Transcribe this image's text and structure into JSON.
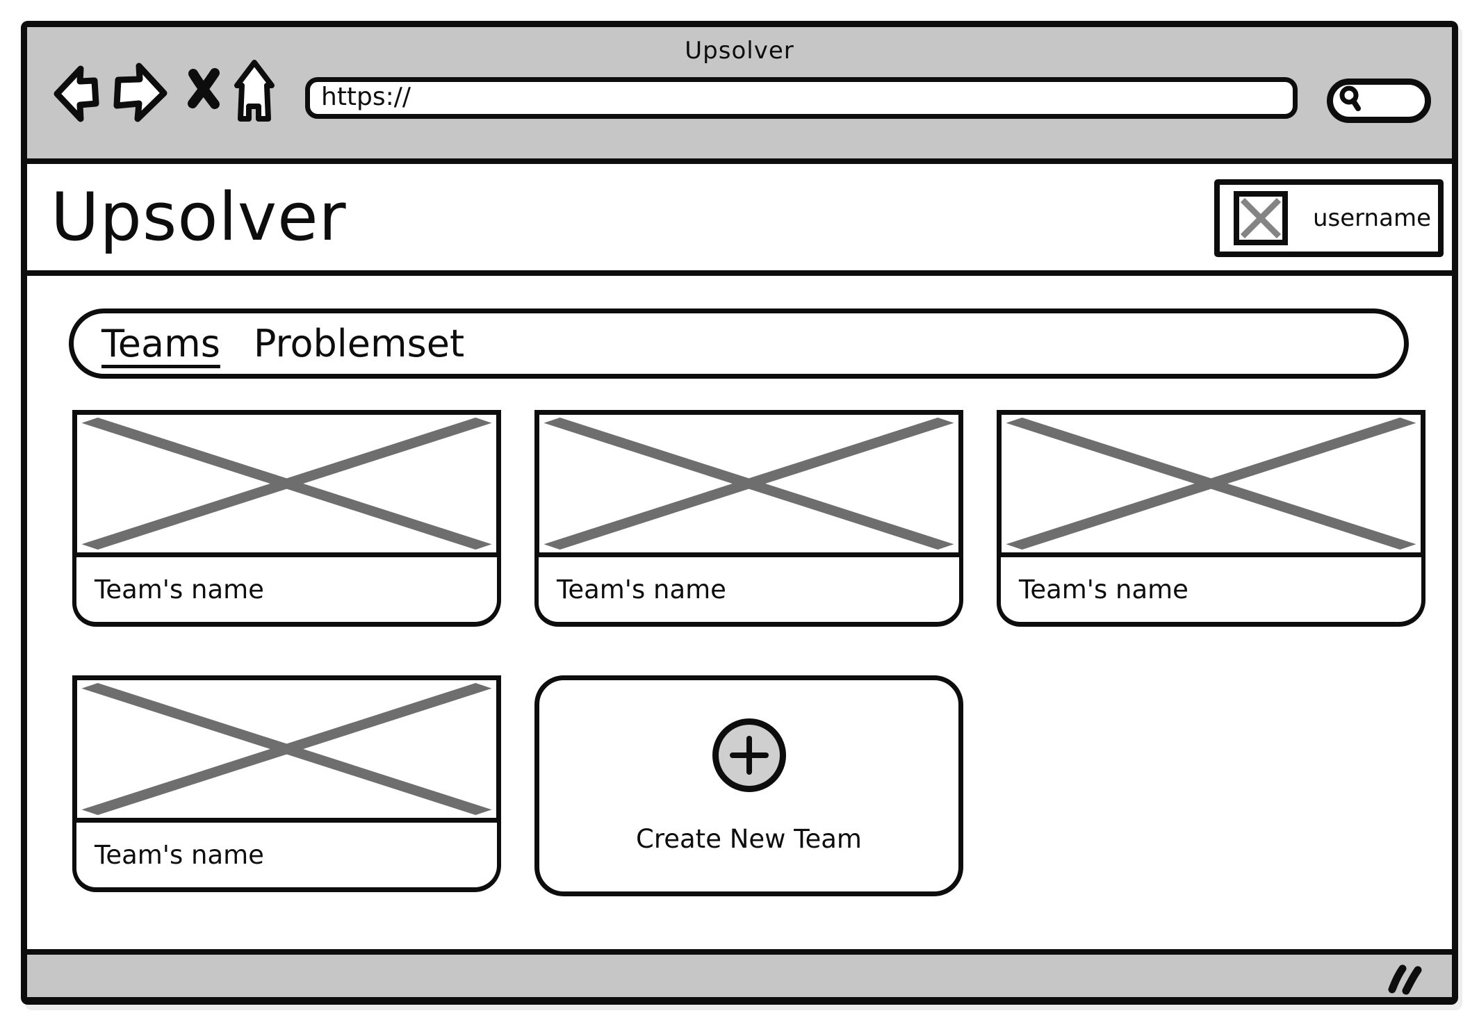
{
  "window": {
    "title": "Upsolver"
  },
  "chrome": {
    "url_value": "https://",
    "icons": {
      "back": "back-arrow-icon",
      "forward": "forward-arrow-icon",
      "stop": "stop-x-icon",
      "home": "home-icon",
      "search": "magnifier-icon"
    }
  },
  "header": {
    "title": "Upsolver",
    "user": {
      "name": "username",
      "avatar_icon": "image-placeholder-x-icon"
    }
  },
  "tabs": {
    "items": [
      {
        "label": "Teams",
        "active": true
      },
      {
        "label": "Problemset",
        "active": false
      }
    ]
  },
  "teams": [
    {
      "name": "Team's name",
      "image_icon": "image-placeholder-x-icon"
    },
    {
      "name": "Team's name",
      "image_icon": "image-placeholder-x-icon"
    },
    {
      "name": "Team's name",
      "image_icon": "image-placeholder-x-icon"
    },
    {
      "name": "Team's name",
      "image_icon": "image-placeholder-x-icon"
    }
  ],
  "create_team": {
    "label": "Create New Team",
    "icon": "plus-circle-icon"
  },
  "status_bar": {
    "icon": "resize-handle-icon"
  },
  "colors": {
    "ink": "#0d0d0d",
    "chrome_gray": "#c6c6c6",
    "placeholder_gray": "#6e6e6e",
    "avatar_gray": "#848484",
    "circle_gray": "#cfcfcf"
  }
}
